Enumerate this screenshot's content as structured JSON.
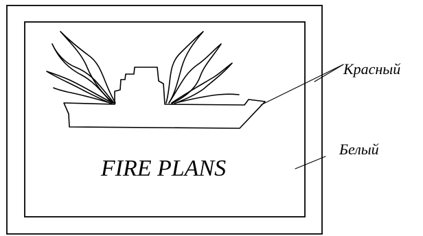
{
  "sign": {
    "title": "FIRE PLANS"
  },
  "callouts": {
    "red_label": "Красный",
    "white_label": "Белый"
  },
  "colors": {
    "line": "#000000",
    "background": "#ffffff"
  },
  "icons": {
    "ship": "ship-silhouette-icon",
    "flames": "flame-icon"
  }
}
